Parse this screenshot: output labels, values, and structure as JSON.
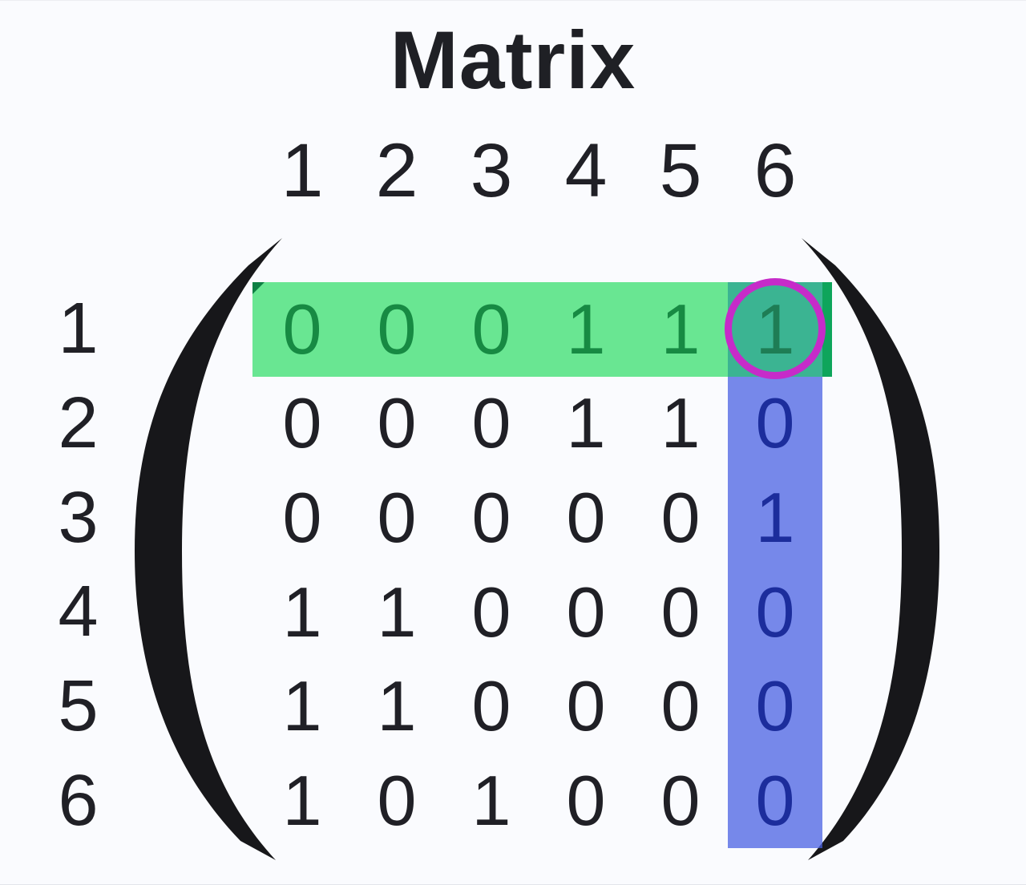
{
  "title": "Matrix",
  "column_headers": [
    "1",
    "2",
    "3",
    "4",
    "5",
    "6"
  ],
  "row_headers": [
    "1",
    "2",
    "3",
    "4",
    "5",
    "6"
  ],
  "matrix": {
    "rows": [
      {
        "values": [
          "0",
          "0",
          "0",
          "1",
          "1",
          "1"
        ]
      },
      {
        "values": [
          "0",
          "0",
          "0",
          "1",
          "1",
          "0"
        ]
      },
      {
        "values": [
          "0",
          "0",
          "0",
          "0",
          "0",
          "1"
        ]
      },
      {
        "values": [
          "1",
          "1",
          "0",
          "0",
          "0",
          "0"
        ]
      },
      {
        "values": [
          "1",
          "1",
          "0",
          "0",
          "0",
          "0"
        ]
      },
      {
        "values": [
          "1",
          "0",
          "1",
          "0",
          "0",
          "0"
        ]
      }
    ]
  },
  "highlights": {
    "highlighted_row": 1,
    "highlighted_column": 6,
    "circled_cell": {
      "row": 1,
      "column": 6,
      "value": "1"
    },
    "row_highlight_color": "#69e692",
    "column_highlight_color": "#5a70e2",
    "overlap_color": "#3bb492",
    "selected_cell_color": "#0ea55b",
    "circle_color": "#c62bc9",
    "row_digit_color": "#178a43",
    "column_digit_color": "#1c2d9c",
    "text_color": "#202026"
  }
}
